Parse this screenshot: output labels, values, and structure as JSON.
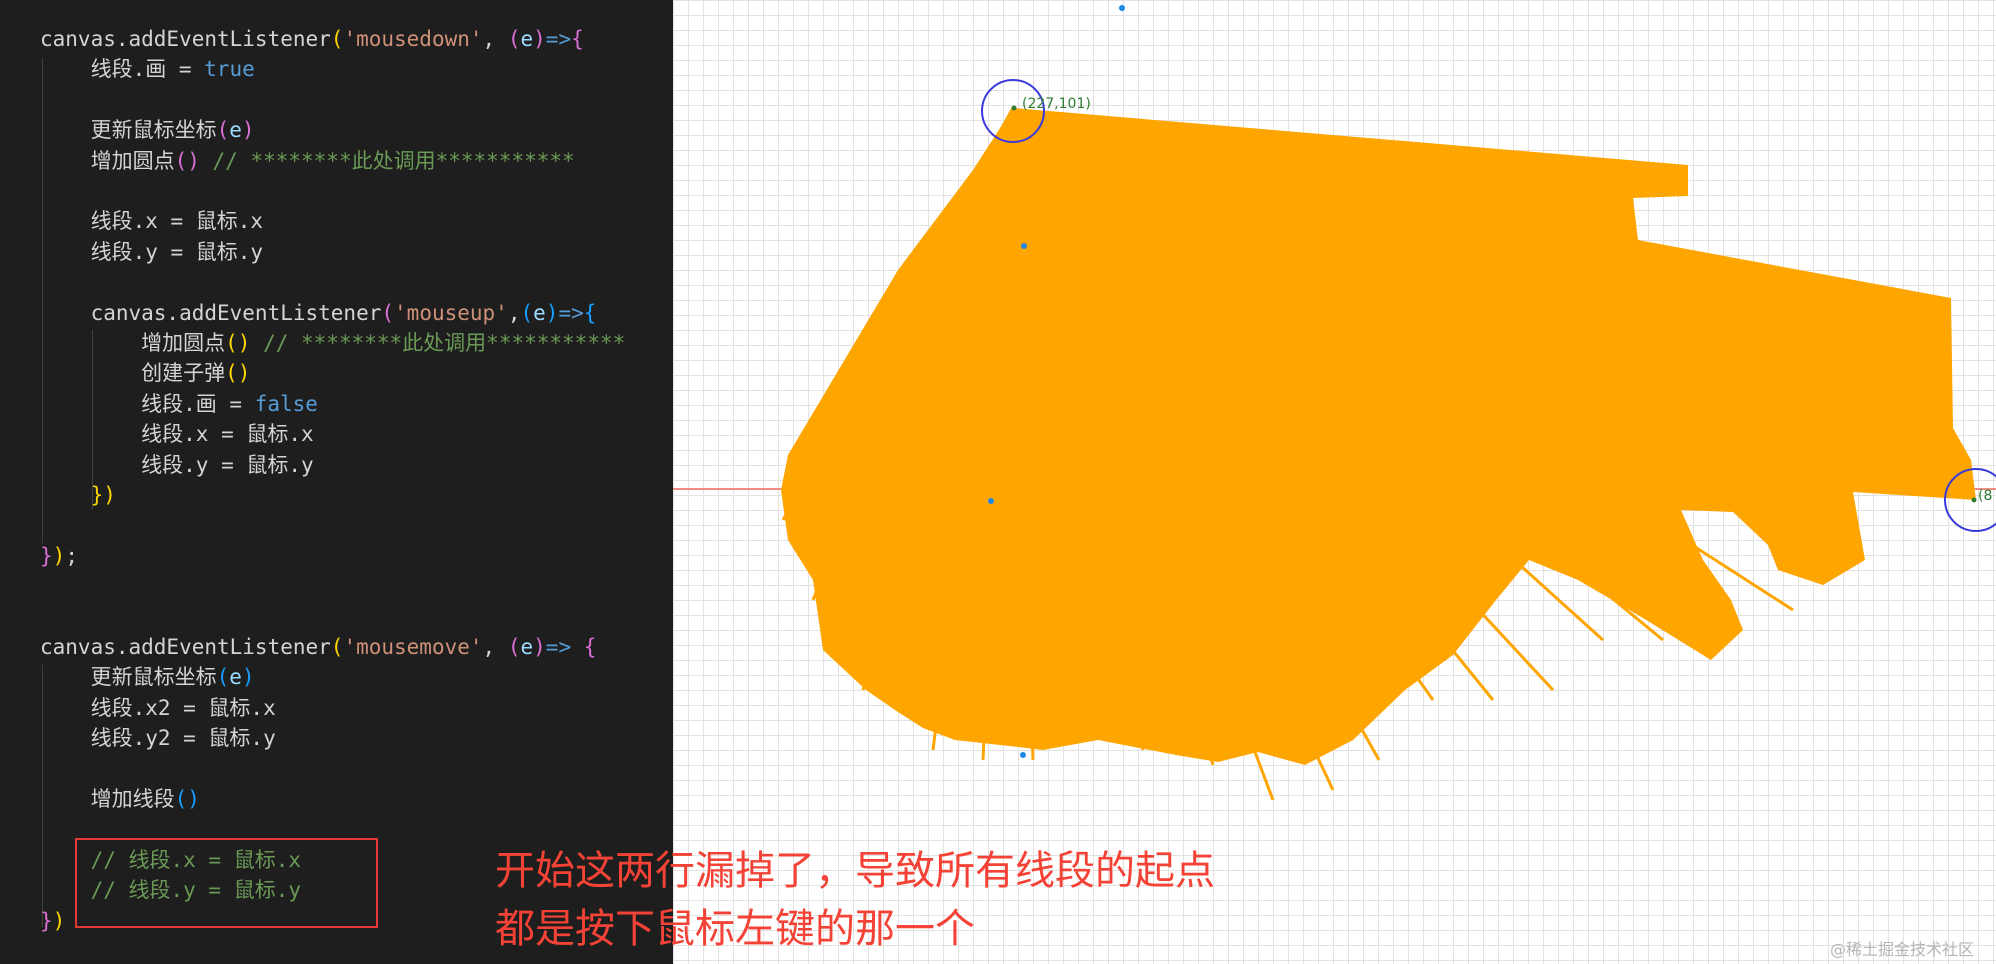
{
  "code": {
    "lines": [
      [
        {
          "t": "canvas.addEventListener",
          "c": "id"
        },
        {
          "t": "(",
          "c": "p1"
        },
        {
          "t": "'mousedown'",
          "c": "str"
        },
        {
          "t": ", ",
          "c": "pun"
        },
        {
          "t": "(",
          "c": "p2"
        },
        {
          "t": "e",
          "c": "par"
        },
        {
          "t": ")",
          "c": "p2"
        },
        {
          "t": "=>",
          "c": "kw"
        },
        {
          "t": "{",
          "c": "p2"
        }
      ],
      [
        {
          "t": "    线段.画 = ",
          "c": "id"
        },
        {
          "t": "true",
          "c": "kw"
        }
      ],
      [],
      [
        {
          "t": "    更新鼠标坐标",
          "c": "id"
        },
        {
          "t": "(",
          "c": "p2"
        },
        {
          "t": "e",
          "c": "par"
        },
        {
          "t": ")",
          "c": "p2"
        }
      ],
      [
        {
          "t": "    增加圆点",
          "c": "id"
        },
        {
          "t": "()",
          "c": "p2"
        },
        {
          "t": " // ********此处调用***********",
          "c": "com"
        }
      ],
      [],
      [
        {
          "t": "    线段.x = 鼠标.x",
          "c": "id"
        }
      ],
      [
        {
          "t": "    线段.y = 鼠标.y",
          "c": "id"
        }
      ],
      [],
      [
        {
          "t": "    canvas.addEventListener",
          "c": "id"
        },
        {
          "t": "(",
          "c": "p2"
        },
        {
          "t": "'mouseup'",
          "c": "str"
        },
        {
          "t": ",",
          "c": "pun"
        },
        {
          "t": "(",
          "c": "p3"
        },
        {
          "t": "e",
          "c": "par"
        },
        {
          "t": ")",
          "c": "p3"
        },
        {
          "t": "=>",
          "c": "kw"
        },
        {
          "t": "{",
          "c": "p3"
        }
      ],
      [
        {
          "t": "        增加圆点",
          "c": "id"
        },
        {
          "t": "()",
          "c": "p1"
        },
        {
          "t": " // ********此处调用***********",
          "c": "com"
        }
      ],
      [
        {
          "t": "        创建子弹",
          "c": "id"
        },
        {
          "t": "()",
          "c": "p1"
        }
      ],
      [
        {
          "t": "        线段.画 = ",
          "c": "id"
        },
        {
          "t": "false",
          "c": "kw"
        }
      ],
      [
        {
          "t": "        线段.x = 鼠标.x",
          "c": "id"
        }
      ],
      [
        {
          "t": "        线段.y = 鼠标.y",
          "c": "id"
        }
      ],
      [
        {
          "t": "    })",
          "c": "p1"
        }
      ],
      [],
      [
        {
          "t": "}",
          "c": "p2"
        },
        {
          "t": ")",
          "c": "p1"
        },
        {
          "t": ";",
          "c": "pun"
        }
      ],
      [],
      [],
      [
        {
          "t": "canvas.addEventListener",
          "c": "id"
        },
        {
          "t": "(",
          "c": "p1"
        },
        {
          "t": "'mousemove'",
          "c": "str"
        },
        {
          "t": ", ",
          "c": "pun"
        },
        {
          "t": "(",
          "c": "p2"
        },
        {
          "t": "e",
          "c": "par"
        },
        {
          "t": ")",
          "c": "p2"
        },
        {
          "t": "=> ",
          "c": "kw"
        },
        {
          "t": "{",
          "c": "p2"
        }
      ],
      [
        {
          "t": "    更新鼠标坐标",
          "c": "id"
        },
        {
          "t": "(",
          "c": "p3"
        },
        {
          "t": "e",
          "c": "par"
        },
        {
          "t": ")",
          "c": "p3"
        }
      ],
      [
        {
          "t": "    线段.x2 = 鼠标.x",
          "c": "id"
        }
      ],
      [
        {
          "t": "    线段.y2 = 鼠标.y",
          "c": "id"
        }
      ],
      [],
      [
        {
          "t": "    增加线段",
          "c": "id"
        },
        {
          "t": "()",
          "c": "p3"
        }
      ],
      [],
      [
        {
          "t": "    // 线段.x = 鼠标.x",
          "c": "com"
        }
      ],
      [
        {
          "t": "    // 线段.y = 鼠标.y",
          "c": "com"
        }
      ],
      [
        {
          "t": "}",
          "c": "p2"
        },
        {
          "t": ")",
          "c": "p1"
        }
      ]
    ]
  },
  "canvas": {
    "label_start": "(227,101)",
    "label_end": "(8",
    "fill_color": "#ffa500",
    "axis_color": "#f28b82",
    "circle_color": "#3a3adb",
    "dot_color": "#1e88e5"
  },
  "annotation": {
    "line1": "开始这两行漏掉了，导致所有线段的起点",
    "line2": "都是按下鼠标左键的那一个"
  },
  "watermark": "@稀土掘金技术社区"
}
